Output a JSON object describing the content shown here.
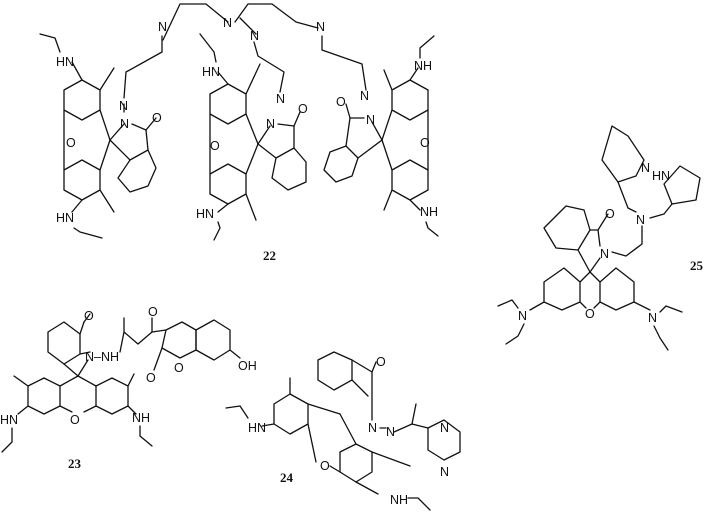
{
  "figure": {
    "compounds": [
      {
        "id": "22",
        "label": "22"
      },
      {
        "id": "23",
        "label": "23"
      },
      {
        "id": "24",
        "label": "24"
      },
      {
        "id": "25",
        "label": "25"
      }
    ]
  },
  "atoms": {
    "N": "N",
    "O": "O",
    "NH": "NH",
    "HN": "HN",
    "OH": "OH",
    "N_NH": "N–NH"
  }
}
